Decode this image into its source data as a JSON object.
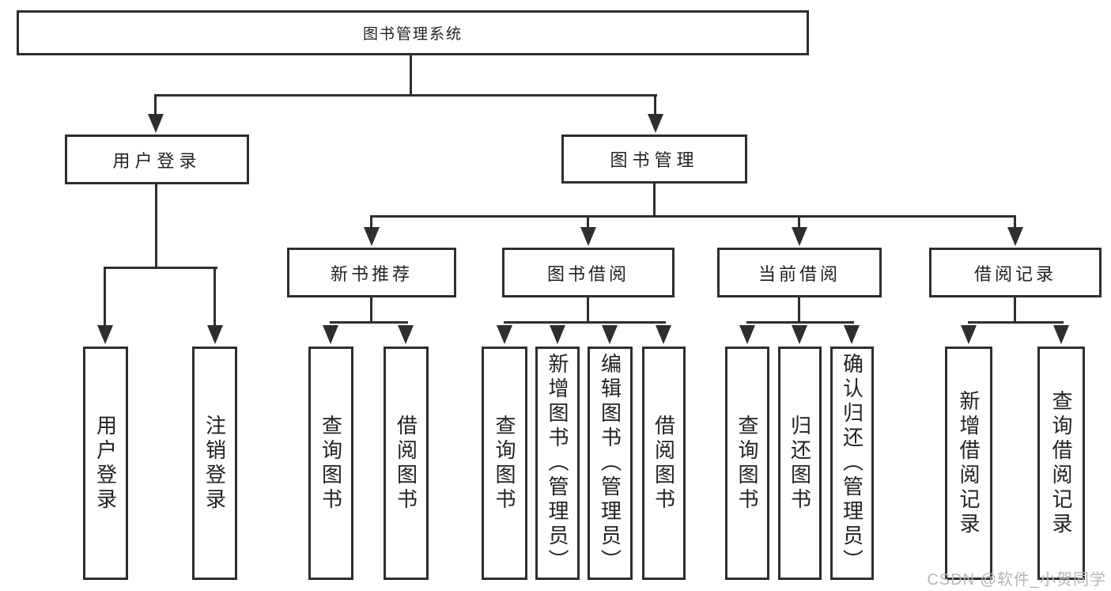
{
  "tree": {
    "label": "图书管理系统",
    "children": [
      {
        "label": "用户登录",
        "children": [
          {
            "label": "用户登录"
          },
          {
            "label": "注销登录"
          }
        ]
      },
      {
        "label": "图书管理",
        "children": [
          {
            "label": "新书推荐",
            "children": [
              {
                "label": "查询图书"
              },
              {
                "label": "借阅图书"
              }
            ]
          },
          {
            "label": "图书借阅",
            "children": [
              {
                "label": "查询图书"
              },
              {
                "label": "新增图书（管理员）"
              },
              {
                "label": "编辑图书（管理员）"
              },
              {
                "label": "借阅图书"
              }
            ]
          },
          {
            "label": "当前借阅",
            "children": [
              {
                "label": "查询图书"
              },
              {
                "label": "归还图书"
              },
              {
                "label": "确认归还（管理员）"
              }
            ]
          },
          {
            "label": "借阅记录",
            "children": [
              {
                "label": "新增借阅记录"
              },
              {
                "label": "查询借阅记录"
              }
            ]
          }
        ]
      }
    ]
  },
  "watermark": "CSDN @软件_小贺同学",
  "colors": {
    "line": "#2e2e2e",
    "text": "#222222",
    "watermark": "#b5b5b8",
    "bg": "#ffffff"
  }
}
